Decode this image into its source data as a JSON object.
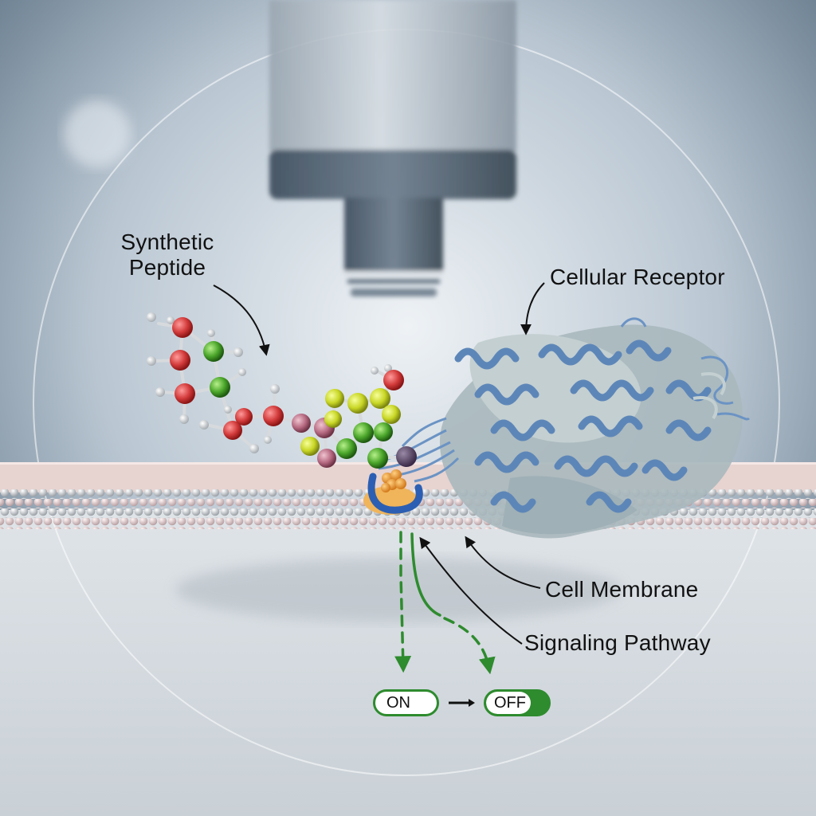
{
  "labels": {
    "peptide_line1": "Synthetic",
    "peptide_line2": "Peptide",
    "receptor": "Cellular Receptor",
    "membrane": "Cell Membrane",
    "signaling": "Signaling Pathway"
  },
  "switch": {
    "on_label": "ON",
    "off_label": "OFF"
  },
  "colors": {
    "arrow_green": "#2e8b2e",
    "receptor_blue": "#5d86b8",
    "membrane_pink": "#e7d3d0"
  }
}
